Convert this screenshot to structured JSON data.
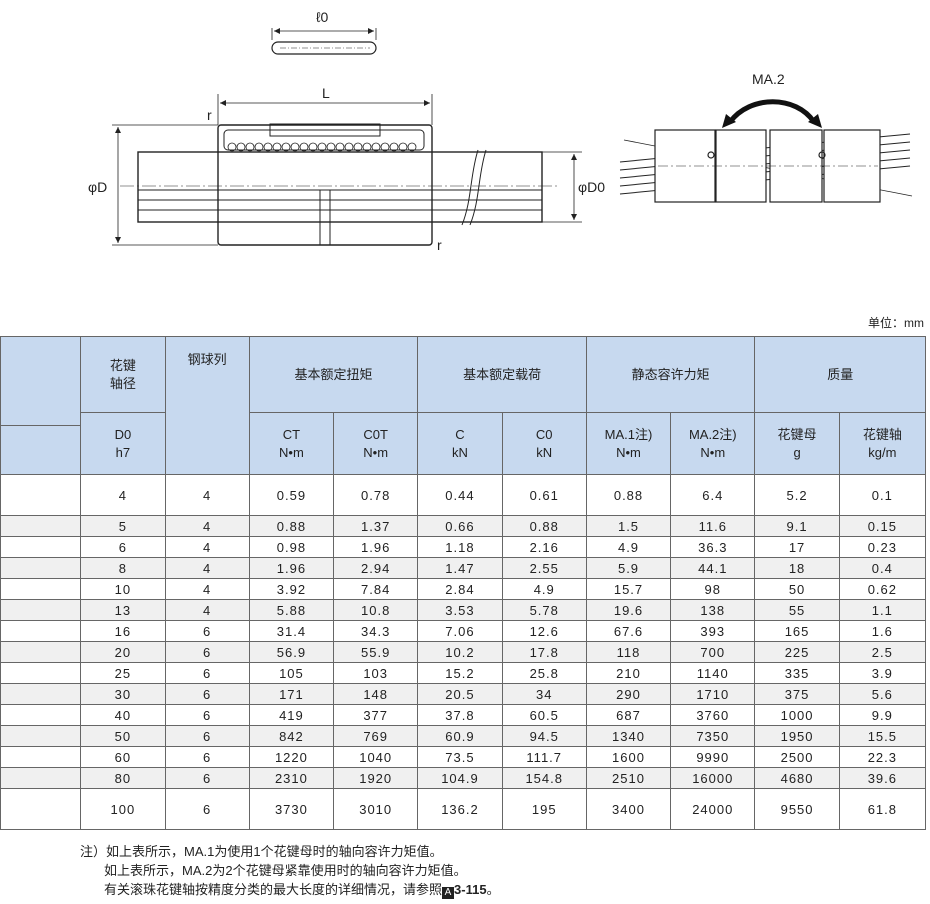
{
  "drawing": {
    "l0_label": "ℓ0",
    "L_label": "L",
    "r_top_label": "r",
    "r_bottom_label": "r",
    "phiD_label": "φD",
    "phiD0_label": "φD0",
    "MA2_label": "MA.2"
  },
  "unit_label": "单位：mm",
  "header": {
    "shaft_dia_title": "花键\n轴径",
    "shaft_dia_sub": [
      "D0",
      "h7"
    ],
    "balls_title": "钢球列",
    "torque_title": "基本额定扭矩",
    "load_title": "基本额定载荷",
    "moment_title": "静态容许力矩",
    "mass_title": "质量",
    "cols": [
      {
        "sym": "CT",
        "unit": "N•m"
      },
      {
        "sym": "C0T",
        "unit": "N•m"
      },
      {
        "sym": "C",
        "unit": "kN"
      },
      {
        "sym": "C0",
        "unit": "kN"
      },
      {
        "sym": "MA.1注)",
        "unit": "N•m"
      },
      {
        "sym": "MA.2注)",
        "unit": "N•m"
      },
      {
        "sym": "花键母",
        "unit": "g"
      },
      {
        "sym": "花键轴",
        "unit": "kg/m"
      }
    ]
  },
  "rows": [
    [
      "4",
      "4",
      "0.59",
      "0.78",
      "0.44",
      "0.61",
      "0.88",
      "6.4",
      "5.2",
      "0.1"
    ],
    [
      "5",
      "4",
      "0.88",
      "1.37",
      "0.66",
      "0.88",
      "1.5",
      "11.6",
      "9.1",
      "0.15"
    ],
    [
      "6",
      "4",
      "0.98",
      "1.96",
      "1.18",
      "2.16",
      "4.9",
      "36.3",
      "17",
      "0.23"
    ],
    [
      "8",
      "4",
      "1.96",
      "2.94",
      "1.47",
      "2.55",
      "5.9",
      "44.1",
      "18",
      "0.4"
    ],
    [
      "10",
      "4",
      "3.92",
      "7.84",
      "2.84",
      "4.9",
      "15.7",
      "98",
      "50",
      "0.62"
    ],
    [
      "13",
      "4",
      "5.88",
      "10.8",
      "3.53",
      "5.78",
      "19.6",
      "138",
      "55",
      "1.1"
    ],
    [
      "16",
      "6",
      "31.4",
      "34.3",
      "7.06",
      "12.6",
      "67.6",
      "393",
      "165",
      "1.6"
    ],
    [
      "20",
      "6",
      "56.9",
      "55.9",
      "10.2",
      "17.8",
      "118",
      "700",
      "225",
      "2.5"
    ],
    [
      "25",
      "6",
      "105",
      "103",
      "15.2",
      "25.8",
      "210",
      "1140",
      "335",
      "3.9"
    ],
    [
      "30",
      "6",
      "171",
      "148",
      "20.5",
      "34",
      "290",
      "1710",
      "375",
      "5.6"
    ],
    [
      "40",
      "6",
      "419",
      "377",
      "37.8",
      "60.5",
      "687",
      "3760",
      "1000",
      "9.9"
    ],
    [
      "50",
      "6",
      "842",
      "769",
      "60.9",
      "94.5",
      "1340",
      "7350",
      "1950",
      "15.5"
    ],
    [
      "60",
      "6",
      "1220",
      "1040",
      "73.5",
      "111.7",
      "1600",
      "9990",
      "2500",
      "22.3"
    ],
    [
      "80",
      "6",
      "2310",
      "1920",
      "104.9",
      "154.8",
      "2510",
      "16000",
      "4680",
      "39.6"
    ],
    [
      "100",
      "6",
      "3730",
      "3010",
      "136.2",
      "195",
      "3400",
      "24000",
      "9550",
      "61.8"
    ]
  ],
  "notes": {
    "line1": "注）如上表所示，MA.1为使用1个花键母时的轴向容许力矩值。",
    "line2": "如上表所示，MA.2为2个花键母紧靠使用时的轴向容许力矩值。",
    "line3_prefix": "有关滚珠花键轴按精度分类的最大长度的详细情况，请参照",
    "line3_ref": "3-115",
    "line3_suffix": "。"
  }
}
